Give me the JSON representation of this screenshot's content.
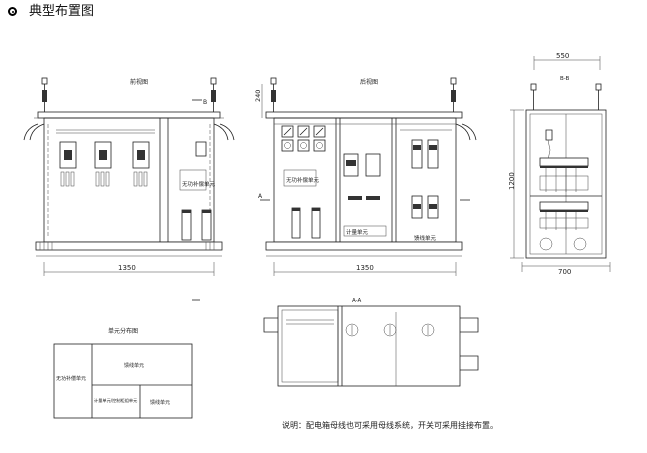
{
  "heading": "典型布置图",
  "views": {
    "front": {
      "title": "前视图",
      "width_dim": "1350",
      "cap_label": "无功补偿单元",
      "section_mark": "B"
    },
    "rear": {
      "title": "后视图",
      "width_dim": "1350",
      "height_dim": "240",
      "cap_label": "无功补偿单元",
      "meter_label": "计量单元",
      "feeder_label": "馈线单元",
      "section_mark": "A"
    },
    "side": {
      "title": "B-B",
      "width_top": "550",
      "width_bottom": "700",
      "height_dim": "1200"
    },
    "plan": {
      "title": "A-A"
    }
  },
  "layout_table": {
    "title": "单元分布图",
    "left_cell": "无功补偿单元",
    "top_right": "馈线单元",
    "bottom_middle": "计量单元/控制柜组单元",
    "bottom_right": "馈线单元"
  },
  "note": "说明：配电箱母线也可采用母线系统，开关可采用挂接布置。"
}
